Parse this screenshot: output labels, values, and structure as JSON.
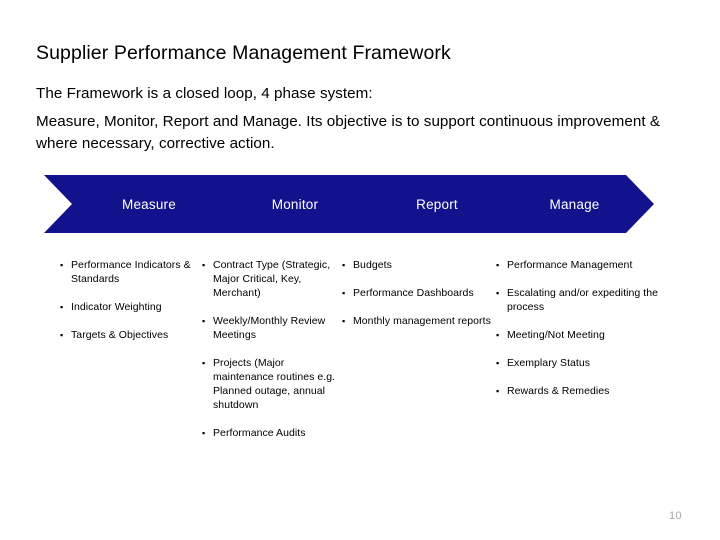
{
  "slide": {
    "title": "Supplier Performance Management Framework",
    "intro": {
      "line1": "The Framework is a closed loop, 4 phase system:",
      "line2": "Measure, Monitor, Report and Manage. Its objective is to support continuous improvement & where necessary, corrective action."
    },
    "page_number": "10",
    "accent_color": "#12128c",
    "page_number_color": "#a6a6a6",
    "bullet_glyph": "▪"
  },
  "phases": [
    {
      "label": "Measure"
    },
    {
      "label": "Monitor"
    },
    {
      "label": "Report"
    },
    {
      "label": "Manage"
    }
  ],
  "columns": [
    {
      "phase": "Measure",
      "items": [
        "Performance Indicators & Standards",
        "Indicator Weighting",
        "Targets & Objectives"
      ]
    },
    {
      "phase": "Monitor",
      "items": [
        "Contract Type (Strategic, Major Critical, Key, Merchant)",
        "Weekly/Monthly Review Meetings",
        "Projects (Major maintenance routines e.g. Planned outage, annual shutdown",
        "Performance Audits"
      ]
    },
    {
      "phase": "Report",
      "items": [
        "Budgets",
        "Performance Dashboards",
        "Monthly management reports"
      ]
    },
    {
      "phase": "Manage",
      "items": [
        "Performance Management",
        "Escalating and/or expediting the process",
        "Meeting/Not Meeting",
        "Exemplary Status",
        "Rewards & Remedies"
      ]
    }
  ]
}
